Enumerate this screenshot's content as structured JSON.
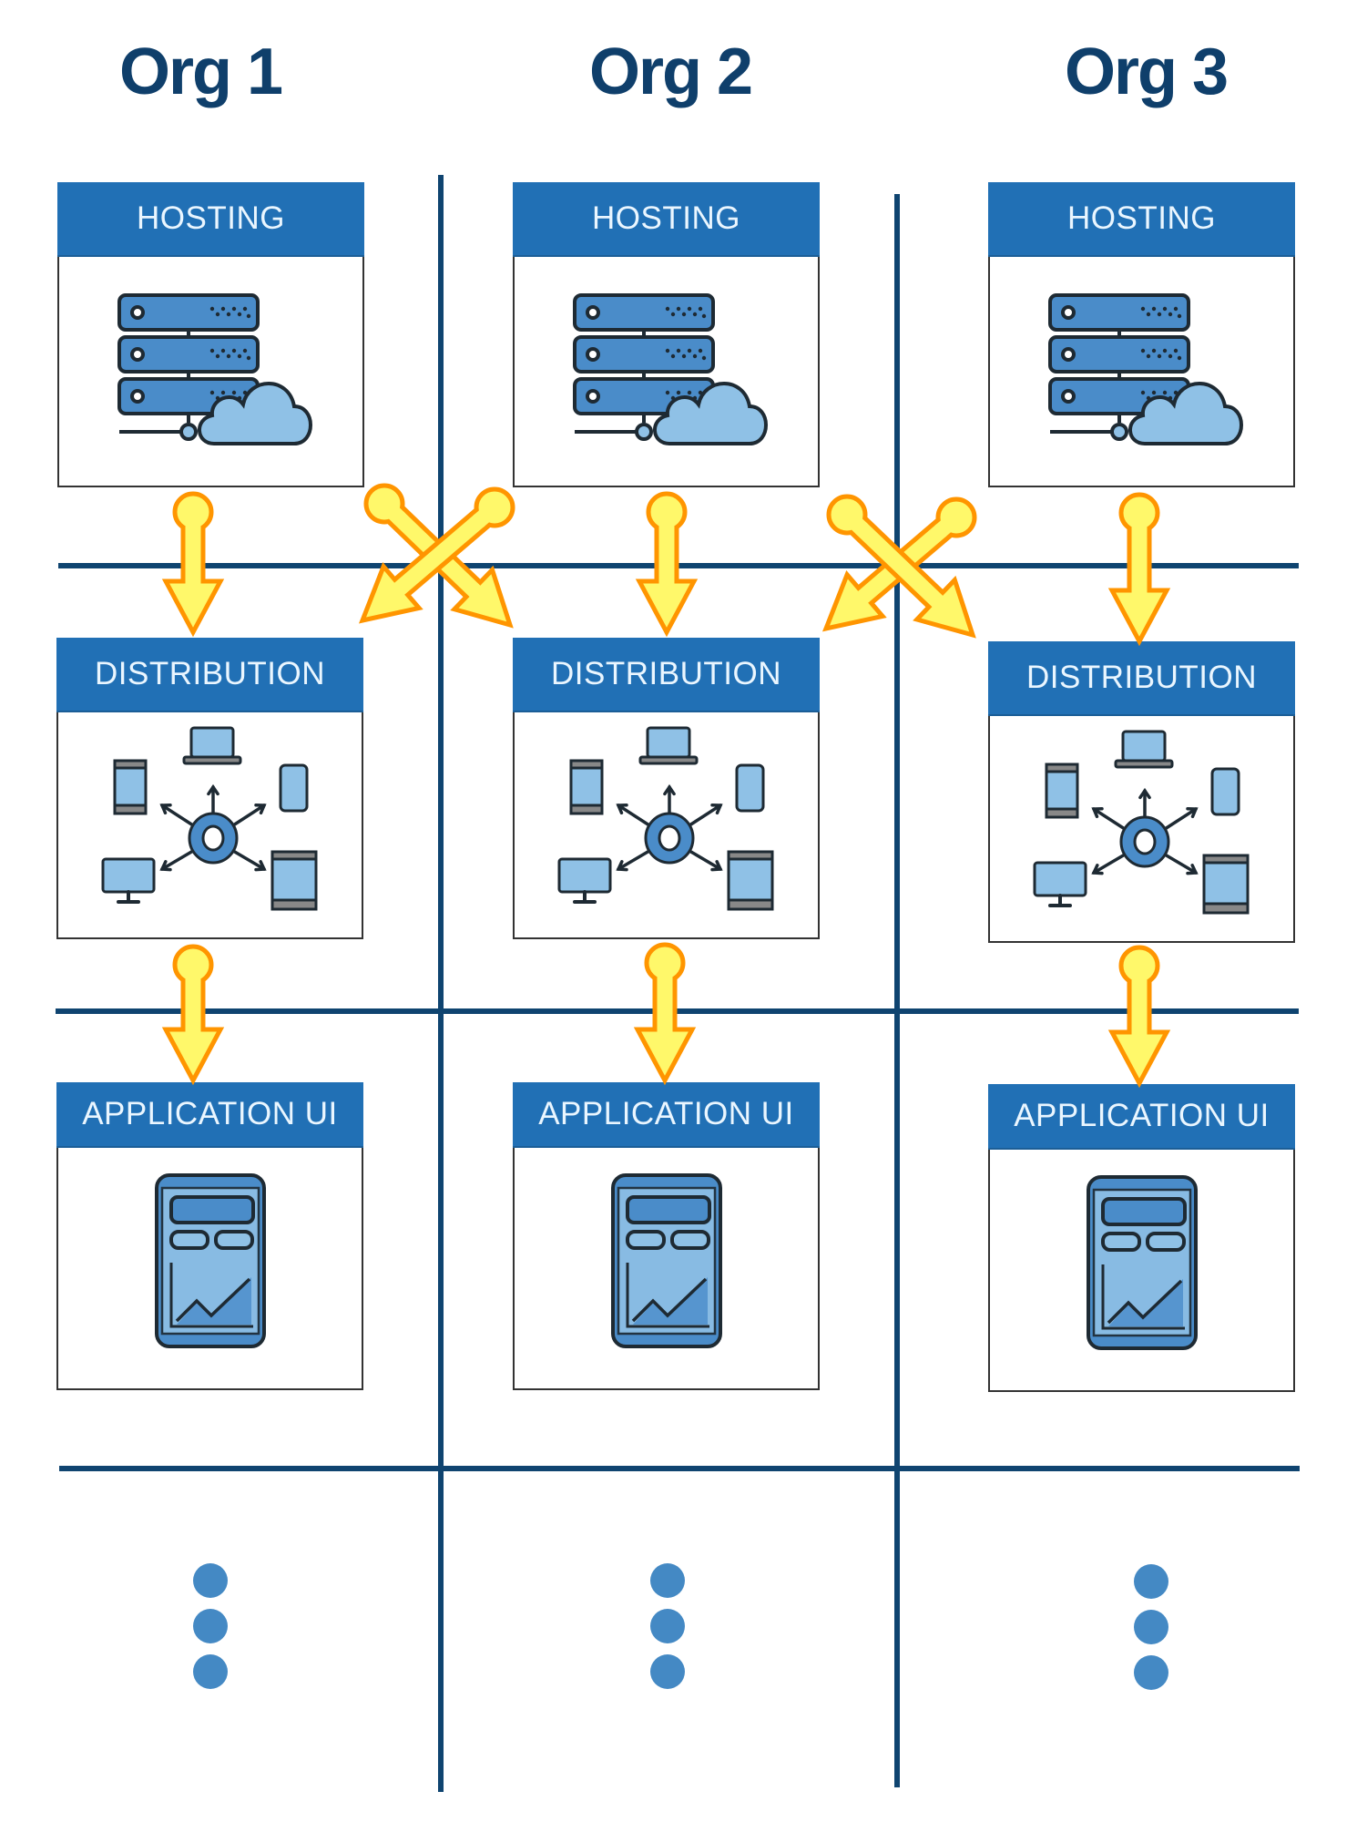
{
  "orgs": [
    {
      "title": "Org 1",
      "layers": [
        {
          "label": "HOSTING",
          "icon": "server-cloud-icon"
        },
        {
          "label": "DISTRIBUTION",
          "icon": "device-distribution-icon"
        },
        {
          "label": "APPLICATION UI",
          "icon": "app-dashboard-icon"
        }
      ],
      "continuation": "more-layers-ellipsis-icon"
    },
    {
      "title": "Org 2",
      "layers": [
        {
          "label": "HOSTING",
          "icon": "server-cloud-icon"
        },
        {
          "label": "DISTRIBUTION",
          "icon": "device-distribution-icon"
        },
        {
          "label": "APPLICATION UI",
          "icon": "app-dashboard-icon"
        }
      ],
      "continuation": "more-layers-ellipsis-icon"
    },
    {
      "title": "Org 3",
      "layers": [
        {
          "label": "HOSTING",
          "icon": "server-cloud-icon"
        },
        {
          "label": "DISTRIBUTION",
          "icon": "device-distribution-icon"
        },
        {
          "label": "APPLICATION UI",
          "icon": "app-dashboard-icon"
        }
      ],
      "continuation": "more-layers-ellipsis-icon"
    }
  ],
  "connections": [
    {
      "from": "Org 1 HOSTING",
      "to": "Org 1 DISTRIBUTION"
    },
    {
      "from": "Org 1 HOSTING",
      "to": "Org 2 DISTRIBUTION"
    },
    {
      "from": "Org 2 HOSTING",
      "to": "Org 1 DISTRIBUTION"
    },
    {
      "from": "Org 2 HOSTING",
      "to": "Org 2 DISTRIBUTION"
    },
    {
      "from": "Org 2 HOSTING",
      "to": "Org 3 DISTRIBUTION"
    },
    {
      "from": "Org 3 HOSTING",
      "to": "Org 2 DISTRIBUTION"
    },
    {
      "from": "Org 3 HOSTING",
      "to": "Org 3 DISTRIBUTION"
    },
    {
      "from": "Org 1 DISTRIBUTION",
      "to": "Org 1 APPLICATION UI"
    },
    {
      "from": "Org 2 DISTRIBUTION",
      "to": "Org 2 APPLICATION UI"
    },
    {
      "from": "Org 3 DISTRIBUTION",
      "to": "Org 3 APPLICATION UI"
    }
  ],
  "colors": {
    "title": "#0F3F6B",
    "grid_line": "#0F4470",
    "header": "#2170B5",
    "header_text": "#EAF6FF",
    "arrow_fill": "#FFF86A",
    "arrow_stroke": "#FF9500",
    "icon_blue": "#4A8CC9",
    "icon_light_blue": "#8FC1E6",
    "dots": "#4489C4"
  }
}
